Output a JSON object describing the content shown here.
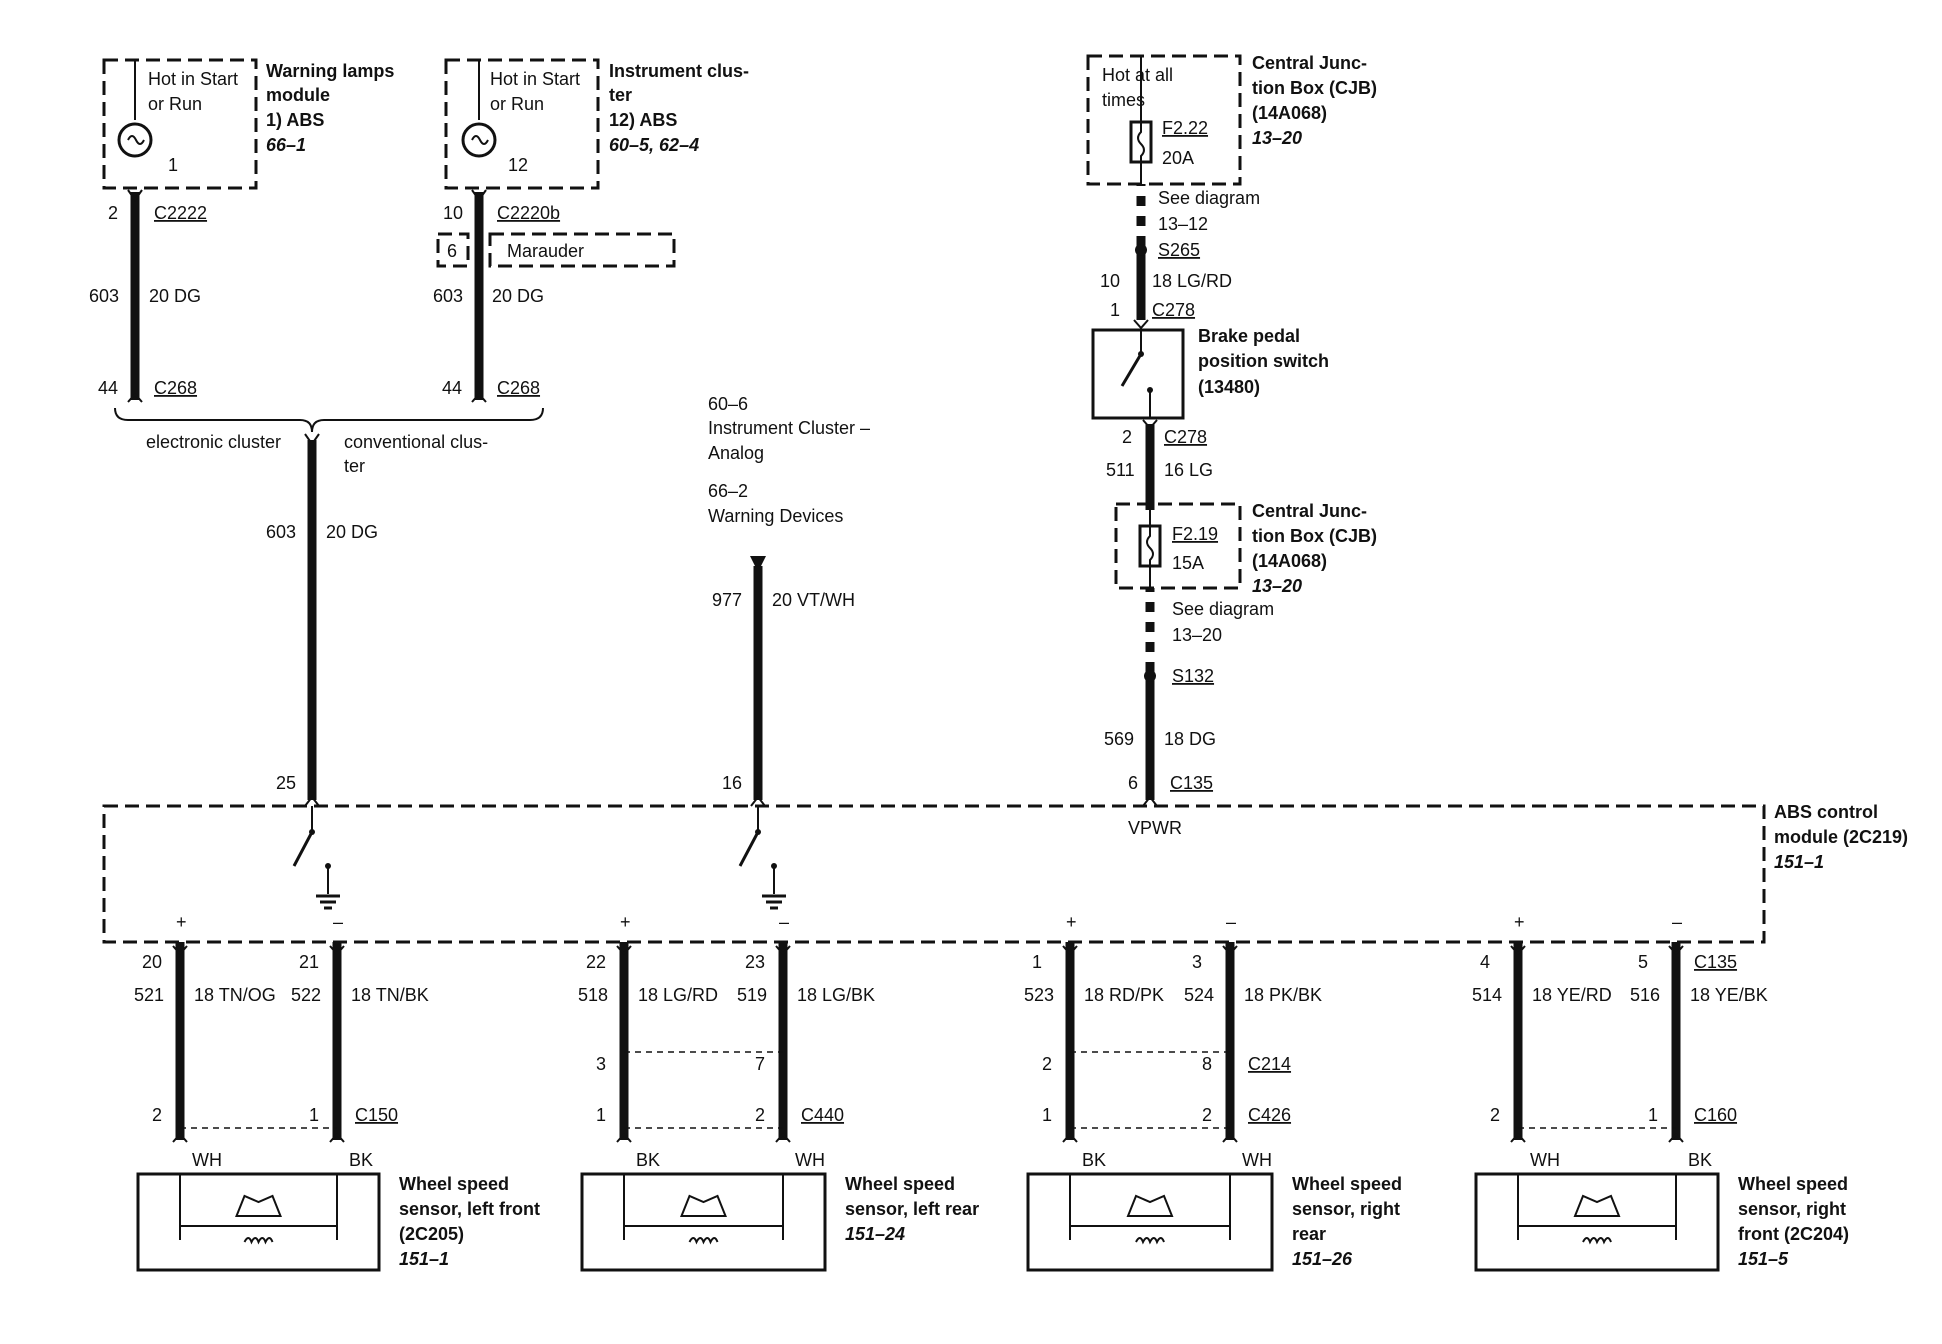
{
  "top": {
    "wlm": {
      "hot": [
        "Hot in Start",
        "or Run"
      ],
      "title": [
        "Warning lamps",
        "module"
      ],
      "item": "1)   ABS",
      "ref": "66–1",
      "pin": "1"
    },
    "ic": {
      "hot": [
        "Hot in Start",
        "or Run"
      ],
      "title": [
        "Instrument clus-",
        "ter"
      ],
      "item": "12) ABS",
      "ref": "60–5, 62–4",
      "pin": "12"
    },
    "cjb1": {
      "hot": [
        "Hot at all",
        "times"
      ],
      "fuse": "F2.22",
      "amp": "20A",
      "title": [
        "Central Junc-",
        "tion Box (CJB)",
        "(14A068)"
      ],
      "ref": "13–20"
    },
    "cjb2": {
      "fuse": "F2.19",
      "amp": "15A",
      "title": [
        "Central Junc-",
        "tion Box (CJB)",
        "(14A068)"
      ],
      "ref": "13–20"
    },
    "bpps": {
      "title": [
        "Brake pedal",
        "position switch",
        "(13480)"
      ]
    }
  },
  "labels": {
    "w1_pin_top": "2",
    "w1_conn_top": "C2222",
    "w1_circ": "603",
    "w1_wire": "20 DG",
    "w1_pin_bot": "44",
    "w1_conn_bot": "C268",
    "w2_pin_top": "10",
    "w2_conn_top": "C2220b",
    "w2_opt_num": "6",
    "w2_opt": "Marauder",
    "w2_circ": "603",
    "w2_wire": "20 DG",
    "w2_pin_bot": "44",
    "w2_conn_bot": "C268",
    "elec": "electronic cluster",
    "conv": [
      "conventional clus-",
      "ter"
    ],
    "w3_circ": "603",
    "w3_wire": "20 DG",
    "w3_pin": "25",
    "ref_center": [
      "60–6",
      "Instrument Cluster –",
      "Analog",
      "66–2",
      "Warning Devices"
    ],
    "w4_circ": "977",
    "w4_wire": "20 VT/WH",
    "w4_pin": "16",
    "see1": [
      "See diagram",
      "13–12"
    ],
    "s265": "S265",
    "w5_circ": "10",
    "w5_wire": "18 LG/RD",
    "c278a_pin": "1",
    "c278a": "C278",
    "c278b_pin": "2",
    "c278b": "C278",
    "w6_circ": "511",
    "w6_wire": "16 LG",
    "see2": [
      "See diagram",
      "13–20"
    ],
    "s132": "S132",
    "w7_circ": "569",
    "w7_wire": "18 DG",
    "w7_pin": "6",
    "c135": "C135",
    "vpwr": "VPWR",
    "abs": [
      "ABS control",
      "module (2C219)"
    ],
    "abs_ref": "151–1"
  },
  "channels": [
    {
      "pinP": "20",
      "pinN": "21",
      "circP": "521",
      "wireP": "18 TN/OG",
      "circN": "522",
      "wireN": "18 TN/BK",
      "midP": "",
      "midN": "",
      "midC": "",
      "sPinP": "2",
      "sPinN": "1",
      "sConn": "C150",
      "colP": "WH",
      "colN": "BK",
      "title": [
        "Wheel speed",
        "sensor, left front",
        "(2C205)"
      ],
      "ref": "151–1"
    },
    {
      "pinP": "22",
      "pinN": "23",
      "circP": "518",
      "wireP": "18 LG/RD",
      "circN": "519",
      "wireN": "18 LG/BK",
      "midP": "3",
      "midN": "7",
      "midC": "",
      "sPinP": "1",
      "sPinN": "2",
      "sConn": "C440",
      "colP": "BK",
      "colN": "WH",
      "title": [
        "Wheel speed",
        "sensor, left rear"
      ],
      "ref": "151–24"
    },
    {
      "pinP": "1",
      "pinN": "3",
      "circP": "523",
      "wireP": "18 RD/PK",
      "circN": "524",
      "wireN": "18 PK/BK",
      "midP": "2",
      "midN": "8",
      "midC": "C214",
      "sPinP": "1",
      "sPinN": "2",
      "sConn": "C426",
      "colP": "BK",
      "colN": "WH",
      "title": [
        "Wheel speed",
        "sensor, right",
        "rear"
      ],
      "ref": "151–26"
    },
    {
      "pinP": "4",
      "pinN": "5",
      "circP": "514",
      "wireP": "18 YE/RD",
      "circN": "516",
      "wireN": "18 YE/BK",
      "midP": "",
      "midN": "",
      "midC": "",
      "sPinP": "2",
      "sPinN": "1",
      "sConn": "C160",
      "colP": "WH",
      "colN": "BK",
      "title": [
        "Wheel speed",
        "sensor, right",
        "front (2C204)"
      ],
      "ref": "151–5"
    }
  ],
  "channel_c135": "C135",
  "plus": "+",
  "minus": "–"
}
